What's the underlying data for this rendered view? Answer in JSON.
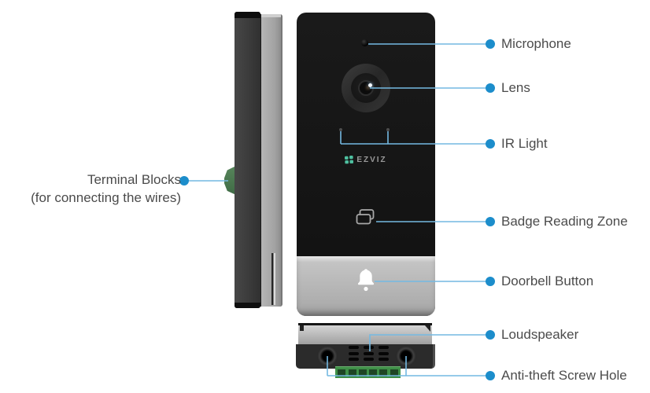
{
  "device": {
    "brand_logo_text": "EZVIZ"
  },
  "callouts": {
    "left": [
      {
        "label": "Terminal Blocks",
        "sublabel": "(for connecting the wires)"
      }
    ],
    "right": [
      {
        "label": "Microphone"
      },
      {
        "label": "Lens"
      },
      {
        "label": "IR Light"
      },
      {
        "label": "Badge Reading Zone"
      },
      {
        "label": "Doorbell Button"
      },
      {
        "label": "Loudspeaker"
      },
      {
        "label": "Anti-theft Screw Hole"
      }
    ]
  },
  "colors": {
    "callout_dot": "#1c8dcb",
    "callout_line": "#74b9e2",
    "label_text": "#4b4b4b",
    "terminal_block_green": "#3f9048",
    "wedge_green": "#57855b",
    "device_black": "#141414",
    "device_silver": "#b3b3b3",
    "logo_icon_green": "#4ec0a0"
  }
}
